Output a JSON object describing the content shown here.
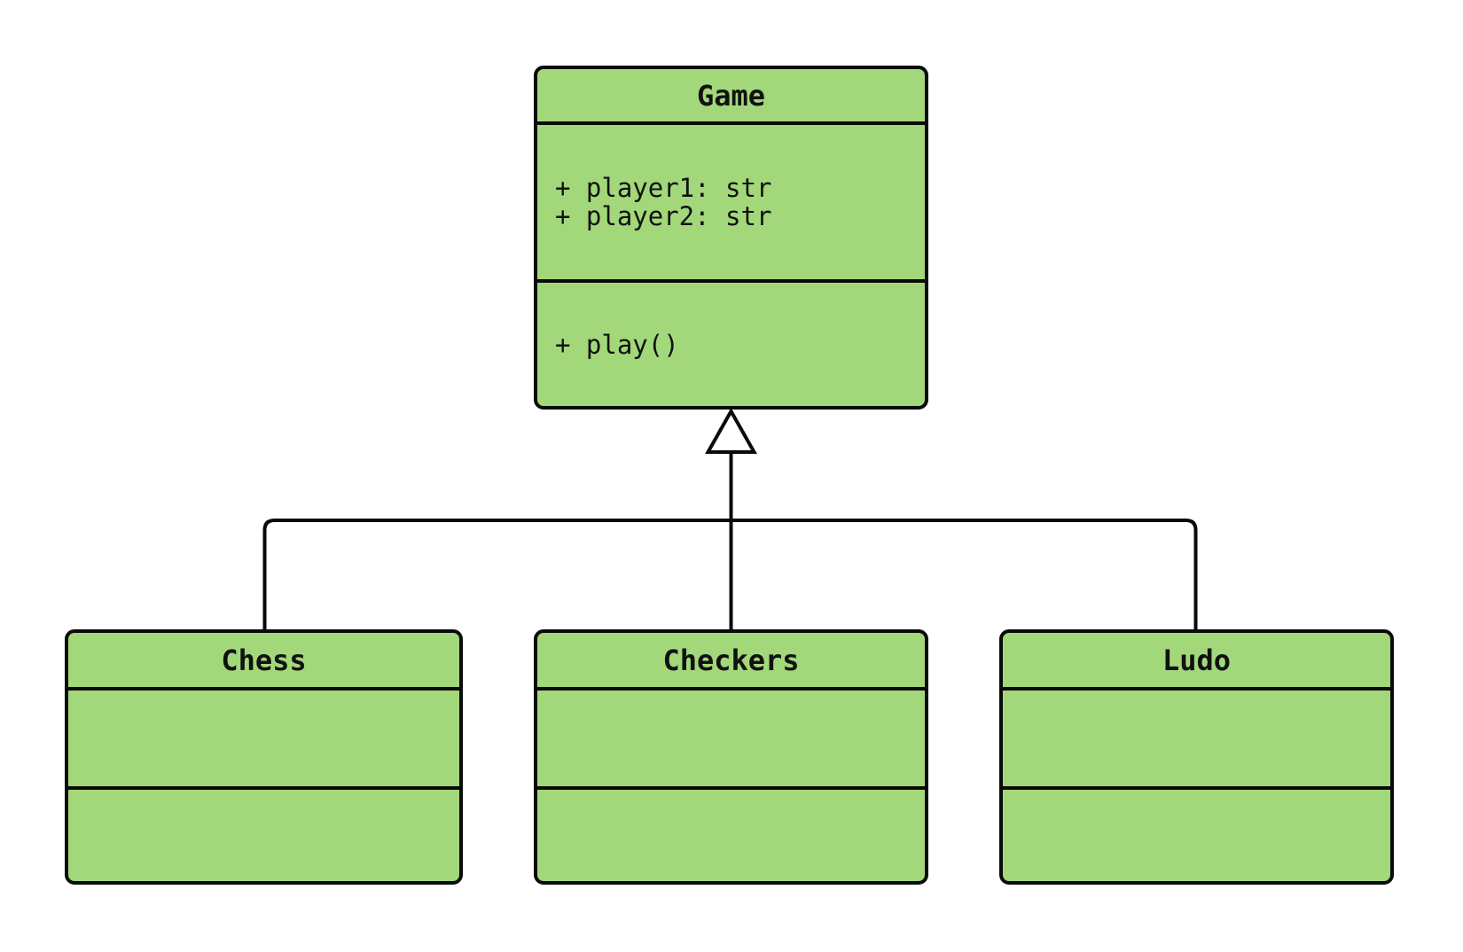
{
  "diagram": {
    "type": "uml-class-diagram",
    "classes": [
      {
        "name": "Game",
        "attributes": [
          "+ player1: str",
          "+ player2: str"
        ],
        "methods": [
          "+ play()"
        ]
      },
      {
        "name": "Chess",
        "attributes": [],
        "methods": []
      },
      {
        "name": "Checkers",
        "attributes": [],
        "methods": []
      },
      {
        "name": "Ludo",
        "attributes": [],
        "methods": []
      }
    ],
    "relationships": [
      {
        "type": "inheritance",
        "from": "Chess",
        "to": "Game"
      },
      {
        "type": "inheritance",
        "from": "Checkers",
        "to": "Game"
      },
      {
        "type": "inheritance",
        "from": "Ludo",
        "to": "Game"
      }
    ],
    "colors": {
      "fill": "#a2d87a",
      "stroke": "#0a0a0a",
      "background": "#ffffff",
      "text": "#111111",
      "arrow_fill": "#ffffff"
    }
  }
}
